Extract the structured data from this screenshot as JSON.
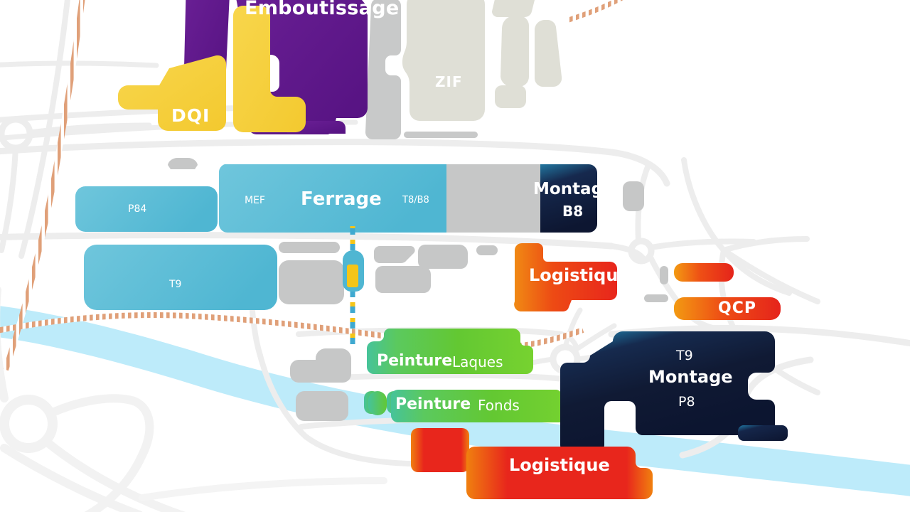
{
  "map": {
    "kind": "industrial-site-plan",
    "background_color": "#ffffff",
    "palette": {
      "purple": "#5B1688",
      "yellow": "#F7CF3C",
      "blue_light": "#5BBDD8",
      "blue_mid": "#55B6D3",
      "navy": "#111C38",
      "navy_edge": "#1E6A94",
      "red": "#E8261C",
      "orange": "#F08A14",
      "green": "#63C832",
      "green_teal": "#46C39A",
      "grey_building": "#C6C7C7",
      "grey_zif": "#DFDFD6",
      "road": "#EDEDED",
      "rail": "#E8B394",
      "river": "#BDEBFA"
    },
    "zones": [
      {
        "id": "emboutissage",
        "label": "Emboutissage",
        "color": "#5B1688",
        "category": "stamping"
      },
      {
        "id": "dqi",
        "label": "DQI",
        "color": "#F7CF3C",
        "category": "quality"
      },
      {
        "id": "zif",
        "label": "ZIF",
        "color": "#DFDFD6",
        "category": "reserved"
      },
      {
        "id": "p84",
        "label": "P84",
        "color": "#5BBDD8",
        "category": "hall"
      },
      {
        "id": "mef",
        "label": "MEF",
        "color": "#5BBDD8",
        "category": "hall"
      },
      {
        "id": "ferrage",
        "label": "Ferrage",
        "color": "#5BBDD8",
        "category": "body-shop"
      },
      {
        "id": "t8b8",
        "label": "T8/B8",
        "color": "#5BBDD8",
        "category": "hall"
      },
      {
        "id": "montage_b8",
        "label": "Montage",
        "sub": "B8",
        "color": "#111C38",
        "category": "assembly"
      },
      {
        "id": "t9",
        "label": "T9",
        "color": "#5BBDD8",
        "category": "hall"
      },
      {
        "id": "logistique_1",
        "label": "Logistique",
        "color": "#E8261C",
        "category": "logistics"
      },
      {
        "id": "qcp",
        "label": "QCP",
        "color": "#E8261C",
        "category": "quality"
      },
      {
        "id": "peinture_laques",
        "label": "Peinture",
        "sub": "Laques",
        "color": "#63C832",
        "category": "paint"
      },
      {
        "id": "peinture_fonds",
        "label": "Peinture",
        "sub": "Fonds",
        "color": "#63C832",
        "category": "paint"
      },
      {
        "id": "t9_montage_p8",
        "label": "Montage",
        "top": "T9",
        "sub": "P8",
        "color": "#111C38",
        "category": "assembly"
      },
      {
        "id": "logistique_2",
        "label": "Logistique",
        "color": "#E8261C",
        "category": "logistics"
      }
    ],
    "labels": {
      "emboutissage": "Emboutissage",
      "dqi": "DQI",
      "zif": "ZIF",
      "p84": "P84",
      "mef": "MEF",
      "ferrage": "Ferrage",
      "t8b8": "T8/B8",
      "montage": "Montage",
      "b8": "B8",
      "t9": "T9",
      "logistique_top": "Logistique",
      "qcp": "QCP",
      "peinture_1": "Peinture",
      "laques": "Laques",
      "peinture_2": "Peinture",
      "fonds": "Fonds",
      "t9_top": "T9",
      "montage_2": "Montage",
      "p8": "P8",
      "logistique_bottom": "Logistique"
    },
    "features": {
      "railway": "railway-track",
      "river": "river-band",
      "roads": "road-network",
      "roundabouts": 4,
      "marker": "blue-yellow-route-marker"
    }
  }
}
